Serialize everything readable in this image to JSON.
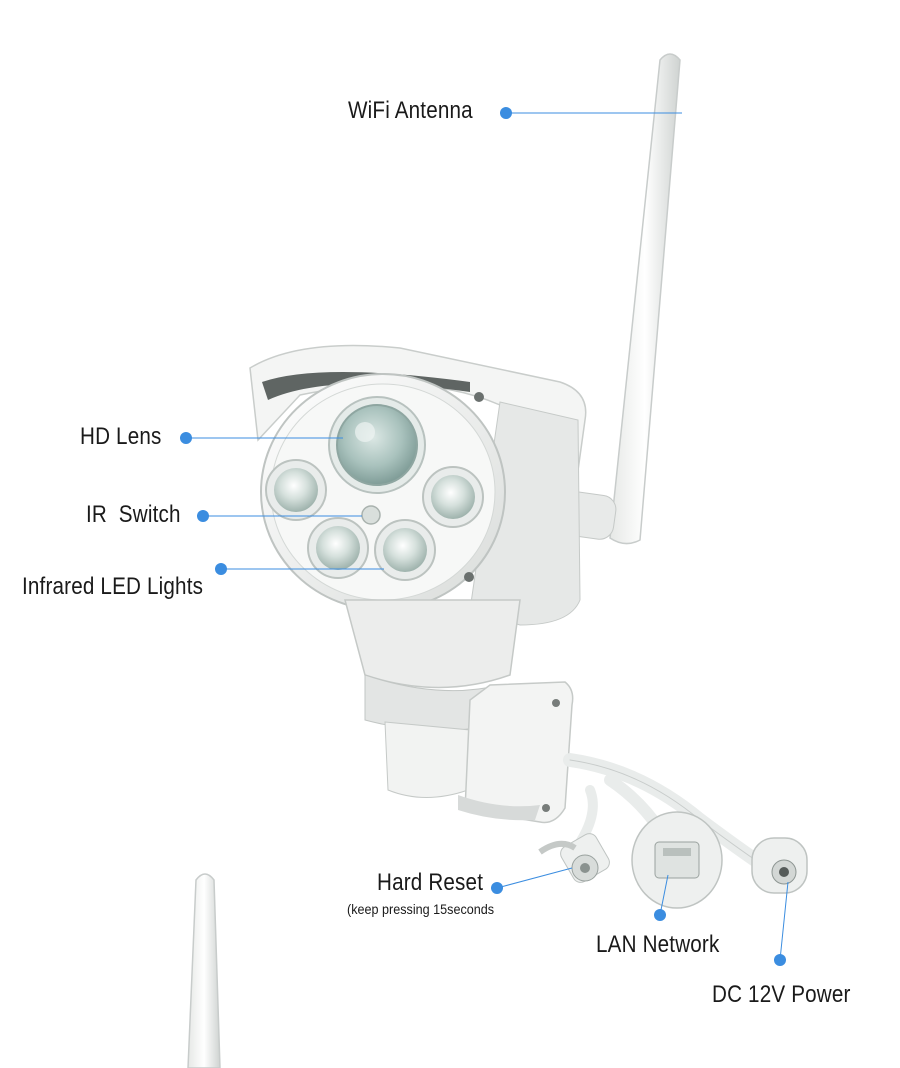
{
  "callouts": {
    "wifi_antenna": "WiFi Antenna",
    "hd_lens": "HD Lens",
    "ir_switch": "IR  Switch",
    "infrared_led": "Infrared LED Lights",
    "hard_reset": "Hard Reset",
    "hard_reset_note": "(keep pressing 15seconds",
    "lan_network": "LAN Network",
    "dc_power": "DC 12V Power"
  },
  "colors": {
    "callout_dot": "#3b8de0",
    "callout_line": "#3b8de0",
    "camera_body": "#f2f3f2",
    "lens_glass": "#b9cfcb"
  }
}
